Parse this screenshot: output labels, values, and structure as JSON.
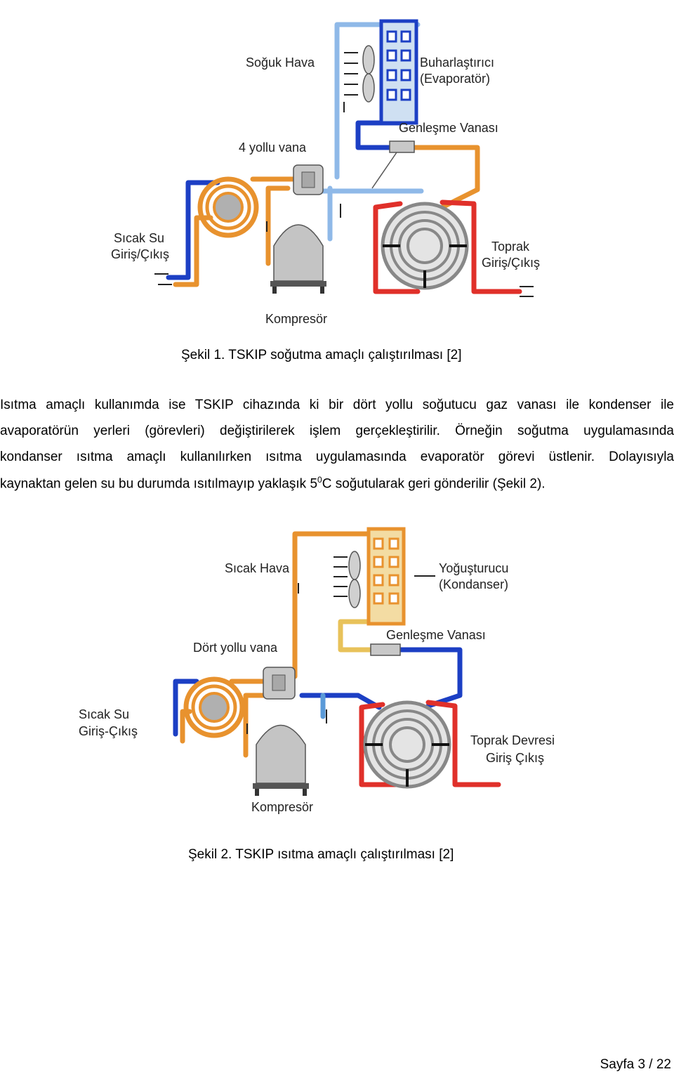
{
  "figure1": {
    "labels": {
      "cold_air": "Soğuk Hava",
      "evaporator_line1": "Buharlaştırıcı",
      "evaporator_line2": "(Evaporatör)",
      "expansion_valve": "Genleşme Vanası",
      "four_way_valve": "4 yollu vana",
      "hot_water_line1": "Sıcak Su",
      "hot_water_line2": "Giriş/Çıkış",
      "ground_line1": "Toprak",
      "ground_line2": "Giriş/Çıkış",
      "compressor": "Kompresör"
    },
    "caption": "Şekil 1. TSKIP soğutma amaçlı çalıştırılması [2]"
  },
  "paragraph": {
    "line1": "Isıtma amaçlı kullanımda ise TSKIP cihazında ki bir dört yollu soğutucu gaz vanası ile kondenser ile",
    "line2": "avaporatörün yerleri (görevleri) değiştirilerek işlem gerçekleştirilir. Örneğin soğutma uygulamasında",
    "line3": "kondanser ısıtma amaçlı kullanılırken ısıtma uygulamasında evaporatör görevi üstlenir. Dolayısıyla",
    "line4_a": "kaynaktan gelen su bu durumda ısıtılmayıp yaklaşık 5",
    "line4_sup": "0",
    "line4_b": "C soğutularak geri gönderilir (Şekil 2)."
  },
  "figure2": {
    "labels": {
      "hot_air": "Sıcak Hava",
      "condenser_line1": "Yoğuşturucu",
      "condenser_line2": "(Kondanser)",
      "expansion_valve": "Genleşme Vanası",
      "four_way_valve": "Dört yollu vana",
      "hot_water_line1": "Sıcak Su",
      "hot_water_line2": "Giriş-Çıkış",
      "ground_line1": "Toprak Devresi",
      "ground_line2": "Giriş Çıkış",
      "compressor": "Kompresör"
    },
    "caption": "Şekil 2. TSKIP ısıtma amaçlı çalıştırılması [2]"
  },
  "footer": {
    "page": "Sayfa 3 / 22"
  },
  "colors": {
    "pipe_blue": "#1c3fc4",
    "pipe_light_blue": "#8fb9e8",
    "pipe_red": "#e0302a",
    "pipe_orange": "#e8922e",
    "pipe_yellow": "#e8c25a",
    "coil_gray": "#a9a9a9"
  }
}
